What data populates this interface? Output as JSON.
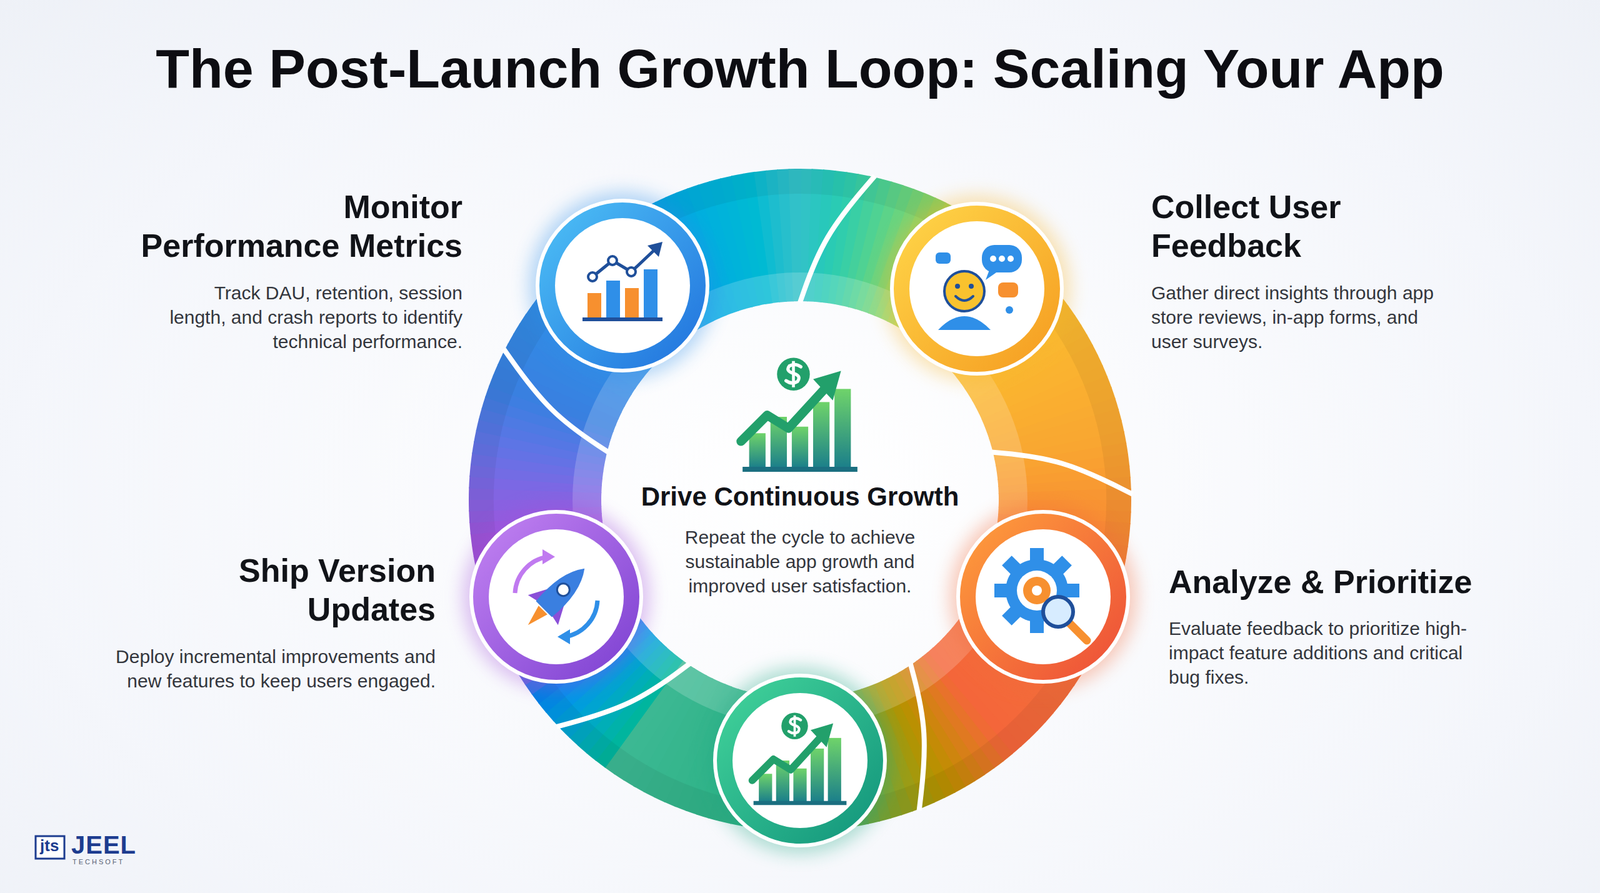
{
  "diagram": {
    "title": "The Post-Launch Growth Loop: Scaling Your App",
    "nodes": [
      {
        "text": [
          "Monitor Performance Metrics",
          "Track DAU, retention, session length, and crash reports to identify technical performance."
        ]
      },
      {
        "text": [
          "Collect User Feedback",
          "Gather direct insights through app store reviews, in-app forms, and user surveys."
        ]
      },
      {
        "text": [
          "Analyze & Prioritize",
          "Evaluate feedback to prioritize high-impact feature additions and critical bug fixes."
        ]
      },
      {
        "text": [
          "Ship Version Updates",
          "Deploy incremental improvements and new features to keep users engaged."
        ]
      },
      {
        "text": [
          "Drive Continuous Growth",
          "Repeat the cycle to achieve sustainable app growth and improved user satisfaction."
        ]
      }
    ],
    "labels": [
      "jts",
      "JEEL",
      "TECHSOFT"
    ]
  }
}
